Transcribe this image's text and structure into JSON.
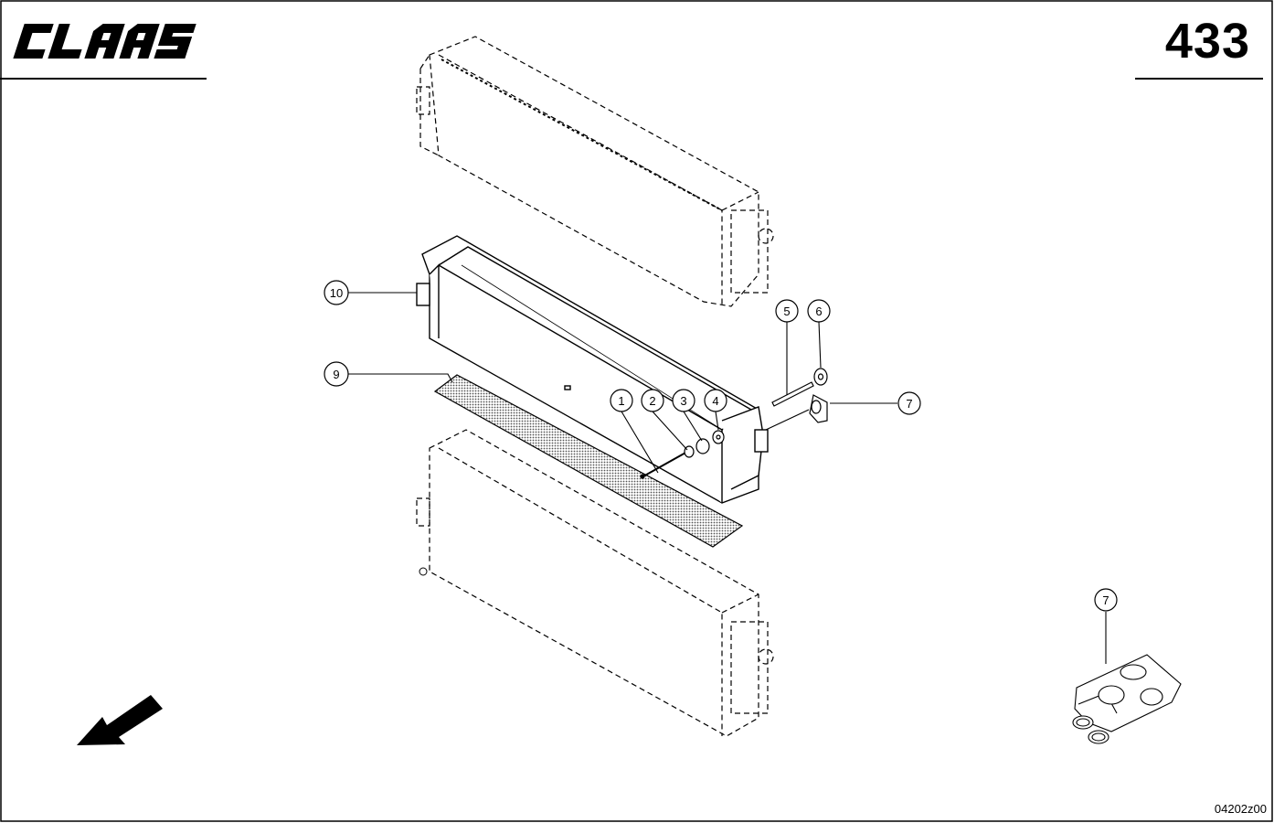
{
  "header": {
    "brand": "CLAAS",
    "page_number": "433"
  },
  "footer": {
    "drawing_code": "04202z00"
  },
  "callouts": [
    {
      "id": "callout-1",
      "label": "1"
    },
    {
      "id": "callout-2",
      "label": "2"
    },
    {
      "id": "callout-3",
      "label": "3"
    },
    {
      "id": "callout-4",
      "label": "4"
    },
    {
      "id": "callout-5",
      "label": "5"
    },
    {
      "id": "callout-6",
      "label": "6"
    },
    {
      "id": "callout-7",
      "label": "7"
    },
    {
      "id": "callout-7b",
      "label": "7"
    },
    {
      "id": "callout-9",
      "label": "9"
    },
    {
      "id": "callout-10",
      "label": "10"
    }
  ],
  "icons": {
    "direction": "direction-arrow-icon",
    "brand": "claas-logo"
  }
}
